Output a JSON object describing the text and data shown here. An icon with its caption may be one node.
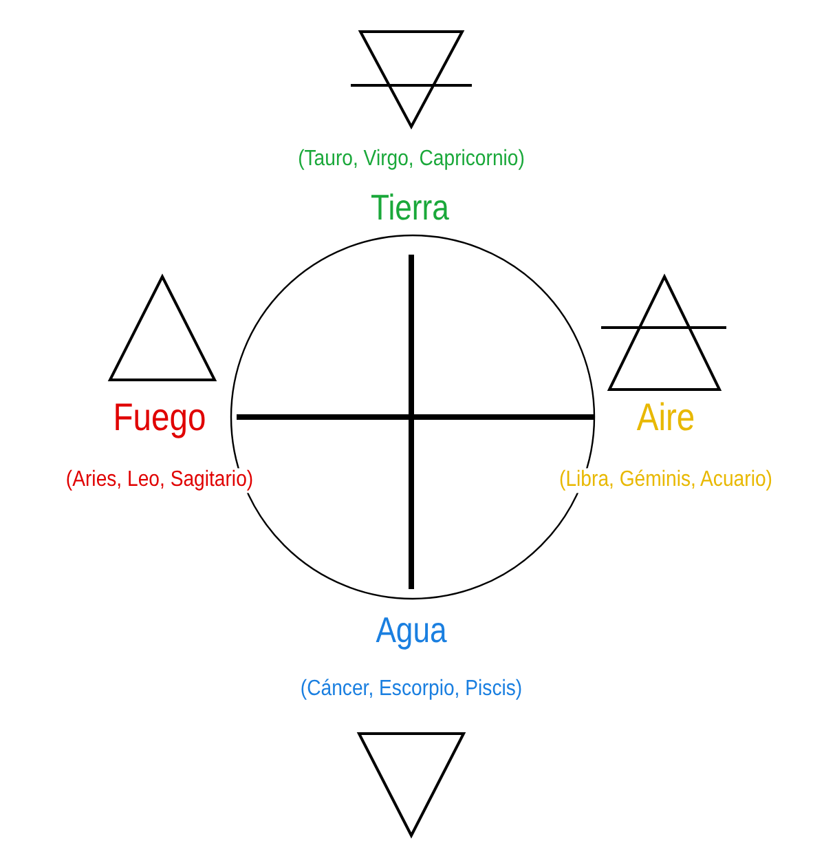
{
  "diagram": {
    "labels": [
      "(Tauro, Virgo, Capricornio)",
      "Tierra",
      "Fuego",
      "Aire",
      "(Aries, Leo, Sagitario)",
      "(Libra, Géminis, Acuario)",
      "Agua",
      "(Cáncer, Escorpio, Piscis)"
    ]
  }
}
